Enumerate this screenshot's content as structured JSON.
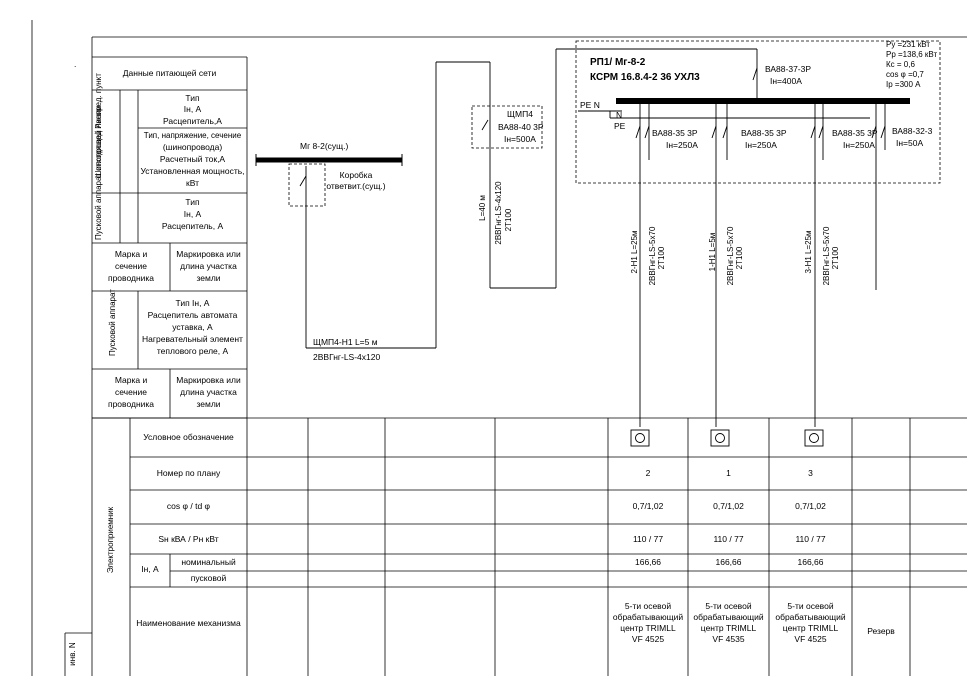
{
  "left_table": {
    "supply_header": "Данные питающей сети",
    "busbar_group": "Шинопровод Распред. пункт",
    "busbar_rows": [
      "Тип",
      "Iн, А",
      "Расцепитель,А",
      "Тип, напряжение, сечение",
      "(шинопровода)",
      "Расчетный ток,А",
      "Установленная мощность,",
      "кВт"
    ],
    "starter_group": "Пусковой аппарат отходящей линии",
    "starter_rows": [
      "Тип",
      "Iн, А",
      "Расцепитель, А"
    ],
    "wire_mark": [
      "Марка и",
      "сечение",
      "проводника"
    ],
    "wire_len": [
      "Маркировка или",
      "длина участка",
      "земли"
    ],
    "starter2_group": "Пусковой аппарат",
    "starter2_rows": [
      "Тип Iн, А",
      "Расцепитель автомата",
      "уставка, А",
      "Нагревательный элемент",
      "теплового реле, А"
    ],
    "wire_mark2": [
      "Марка и",
      "сечение",
      "проводника"
    ],
    "wire_len2": [
      "Маркировка или",
      "длина участка",
      "земли"
    ],
    "consumer_group": "Электроприемник",
    "row_symbol": "Условное обозначение",
    "row_plan": "Номер по плану",
    "row_cos": "cos φ / td φ",
    "row_power": "Sн кВА / Рн кВт",
    "row_current": "Iн, А",
    "row_nominal": "номинальный",
    "row_starting": "пусковой",
    "row_mechanism": "Наименование механизма",
    "stamp": "инв. N"
  },
  "schema": {
    "mg_label": "Мг 8-2(сущ.)",
    "box_label": [
      "Коробка",
      "ответвит.(сущ.)"
    ],
    "shmp_cable": [
      "ЩМП4-Н1   L=5 м",
      "2ВВГнг-LS-4х120"
    ],
    "shmp4": "ЩМП4",
    "shmp4_breaker": [
      "ВА88-40 3Р",
      "Iн=500А"
    ],
    "riser_cable": [
      "L=40 м",
      "2ВВГнг-LS-4х120",
      "2Т100"
    ],
    "rp_title": [
      "РП1/ Мг-8-2",
      "КСРМ 16.8.4-2 36 УХЛ3"
    ],
    "main_breaker": [
      "ВА88-37-3Р",
      "Iн=400А"
    ],
    "pe_n": "PE N",
    "n": "N",
    "pe": "PE",
    "params": [
      "Ру =231 кВт",
      "Рр =138,6 кВт",
      "Кс = 0,6",
      "cos φ =0,7",
      "Iр =300 А"
    ],
    "branch_breakers": [
      [
        "ВА88-35 3Р",
        "Iн=250А"
      ],
      [
        "ВА88-35 3Р",
        "Iн=250А"
      ],
      [
        "ВА88-35 3Р",
        "Iн=250А"
      ],
      [
        "ВА88-32-3",
        "Iн=50А"
      ]
    ],
    "branch_cables": [
      [
        "2-Н1  L=25м",
        "2ВВГнг-LS-5х70",
        "2Т100"
      ],
      [
        "1-Н1  L=5м",
        "2ВВГнг-LS-5х70",
        "2Т100"
      ],
      [
        "3-Н1  L=25м",
        "2ВВГнг-LS-5х70",
        "2Т100"
      ]
    ]
  },
  "consumers": [
    {
      "plan": "2",
      "cos": "0,7/1,02",
      "power": "110 / 77",
      "nominal": "166,66",
      "mechanism": [
        "5-ти осевой",
        "обрабатывающий",
        "центр TRIMLL",
        "VF 4525"
      ]
    },
    {
      "plan": "1",
      "cos": "0,7/1,02",
      "power": "110 / 77",
      "nominal": "166,66",
      "mechanism": [
        "5-ти осевой",
        "обрабатывающий",
        "центр TRIMLL",
        "VF 4535"
      ]
    },
    {
      "plan": "3",
      "cos": "0,7/1,02",
      "power": "110 / 77",
      "nominal": "166,66",
      "mechanism": [
        "5-ти осевой",
        "обрабатывающий",
        "центр TRIMLL",
        "VF 4525"
      ]
    },
    {
      "plan": "",
      "cos": "",
      "power": "",
      "nominal": "",
      "mechanism": [
        "Резерв"
      ]
    }
  ],
  "misc": {
    "dot": "."
  }
}
